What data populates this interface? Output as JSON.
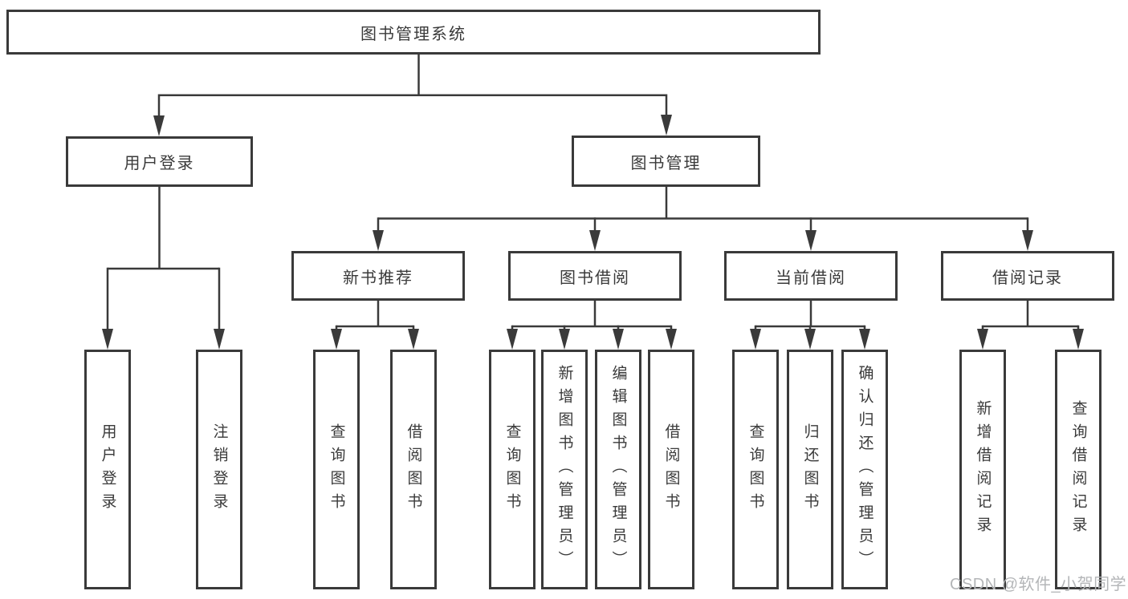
{
  "diagram": {
    "root": {
      "label": "图书管理系统",
      "children": [
        {
          "label": "用户登录",
          "children": [
            {
              "label": "用户登录"
            },
            {
              "label": "注销登录"
            }
          ]
        },
        {
          "label": "图书管理",
          "children": [
            {
              "label": "新书推荐",
              "children": [
                {
                  "label": "查询图书"
                },
                {
                  "label": "借阅图书"
                }
              ]
            },
            {
              "label": "图书借阅",
              "children": [
                {
                  "label": "查询图书"
                },
                {
                  "label": "新增图书（管理员）"
                },
                {
                  "label": "编辑图书（管理员）"
                },
                {
                  "label": "借阅图书"
                }
              ]
            },
            {
              "label": "当前借阅",
              "children": [
                {
                  "label": "查询图书"
                },
                {
                  "label": "归还图书"
                },
                {
                  "label": "确认归还（管理员）"
                }
              ]
            },
            {
              "label": "借阅记录",
              "children": [
                {
                  "label": "新增借阅记录"
                },
                {
                  "label": "查询借阅记录"
                }
              ]
            }
          ]
        }
      ]
    }
  },
  "watermark": {
    "text": "CSDN @软件_小贺同学"
  },
  "colors": {
    "line": "#3a3a3a",
    "node_border": "#3a3a3a",
    "node_fill": "#ffffff",
    "text": "#3a3a3a",
    "watermark": "#b4b6b8",
    "background": "#ffffff"
  }
}
